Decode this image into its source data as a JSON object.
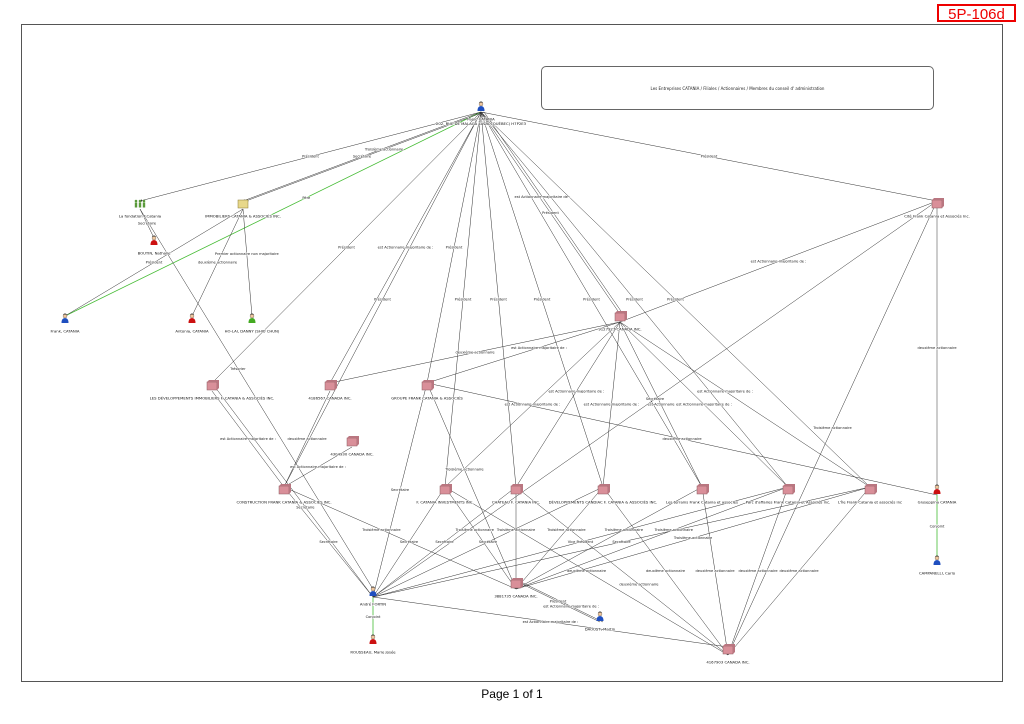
{
  "stamp": "5P-106d",
  "footer": "Page 1 of 1",
  "title": "Les Entreprises CATANIA / Filiales / Actionnaires / Membres du conseil d' administration",
  "colors": {
    "edge": "#333333",
    "spouse_edge": "#44bb33",
    "company": "#d98f99",
    "person_blue": "#1f4fbf",
    "person_red": "#cc1111",
    "person_green": "#44aa22",
    "folder": "#e8d88a"
  },
  "nodes": [
    {
      "id": "paolo",
      "type": "person_blue",
      "label": "Paolo CATANIA",
      "sublabel": "202, RUE DE MALAGA LAVAL (QUÉBEC) H7P2E3"
    },
    {
      "id": "fondation",
      "type": "group",
      "label": "La fondation F.Catania"
    },
    {
      "id": "immobiliers",
      "type": "folder",
      "label": "IMMOBILIERS CATANIA & ASSOCIÉS INC."
    },
    {
      "id": "cite",
      "type": "company",
      "label": "Cité Frank Catania et Associés Inc."
    },
    {
      "id": "boutin",
      "type": "person_red",
      "label": "BOUTIN, Nathalie"
    },
    {
      "id": "frank",
      "type": "person_blue",
      "label": "Frank, CATANIA"
    },
    {
      "id": "antonia",
      "type": "person_red",
      "label": "Antonia, CATANIA"
    },
    {
      "id": "holai",
      "type": "person_green",
      "label": "HO-LAI, DANNY (SHIU CHUN)"
    },
    {
      "id": "c9127",
      "type": "company",
      "label": "9127927 CANADA INC."
    },
    {
      "id": "devimm",
      "type": "company",
      "label": "LES DÉVELOPPEMENTS IMMOBILIERS F. CATANIA & ASSOCIÉS INC."
    },
    {
      "id": "c4186",
      "type": "company",
      "label": "4186567 CANADA INC."
    },
    {
      "id": "groupe",
      "type": "company",
      "label": "GROUPE FRANK CATANIA & ASSOCIÉS"
    },
    {
      "id": "c4304",
      "type": "company",
      "label": "4304930 CANADA INC."
    },
    {
      "id": "construction",
      "type": "company",
      "label": "CONSTRUCTION FRANK CATANIA & ASSOCIÉS INC."
    },
    {
      "id": "fcinv",
      "type": "company",
      "label": "F. CATANIA INVESTMENTS INC."
    },
    {
      "id": "chateau",
      "type": "company",
      "label": "CHÂTEAU F. CATANIA INC."
    },
    {
      "id": "devcandiac",
      "type": "company",
      "label": "DÉVELOPPEMENTS CANDIAC F. CATANIA & ASSOCIÉS INC."
    },
    {
      "id": "terrains",
      "type": "company",
      "label": "Les terrains Frank Catania et associés"
    },
    {
      "id": "parc",
      "type": "company",
      "label": "Parc d'affaires Frank Catania et Associés inc."
    },
    {
      "id": "ile",
      "type": "company",
      "label": "L'Île Frank Catania et associés inc"
    },
    {
      "id": "giuseppina",
      "type": "person_red",
      "label": "Giuseppina CATANIA"
    },
    {
      "id": "carlo",
      "type": "person_blue",
      "label": "CAMPANELLI, Carlo"
    },
    {
      "id": "andre",
      "type": "person_blue",
      "label": "André FORTIN"
    },
    {
      "id": "c3881",
      "type": "company",
      "label": "3881735 CANADA INC."
    },
    {
      "id": "daoust",
      "type": "person_blue",
      "label": "DAOUST, Martin"
    },
    {
      "id": "rousseau",
      "type": "person_red",
      "label": "ROUSSEAU, Marie Josée"
    },
    {
      "id": "c4167",
      "type": "company",
      "label": "4167903 CANADA INC."
    }
  ],
  "edges": [
    {
      "from": "paolo",
      "to": "frank",
      "label": "Père",
      "kind": "family"
    },
    {
      "from": "paolo",
      "to": "fondation",
      "label": "Président"
    },
    {
      "from": "paolo",
      "to": "immobiliers",
      "label": "Secrétaire"
    },
    {
      "from": "paolo",
      "to": "immobiliers",
      "label": "Troisième actionnaire"
    },
    {
      "from": "paolo",
      "to": "devimm",
      "label": "Président"
    },
    {
      "from": "paolo",
      "to": "construction",
      "label": "Président"
    },
    {
      "from": "paolo",
      "to": "c4186",
      "label": "est Actionnaire majoritaire de :"
    },
    {
      "from": "paolo",
      "to": "groupe",
      "label": "Président"
    },
    {
      "from": "paolo",
      "to": "fcinv",
      "label": "Président"
    },
    {
      "from": "paolo",
      "to": "chateau",
      "label": "Président"
    },
    {
      "from": "paolo",
      "to": "devcandiac",
      "label": "Président"
    },
    {
      "from": "paolo",
      "to": "c9127",
      "label": "Président"
    },
    {
      "from": "paolo",
      "to": "c9127",
      "label": "est Actionnaire majoritaire de :"
    },
    {
      "from": "paolo",
      "to": "terrains",
      "label": "Président"
    },
    {
      "from": "paolo",
      "to": "parc",
      "label": "Président"
    },
    {
      "from": "paolo",
      "to": "ile",
      "label": "Président"
    },
    {
      "from": "paolo",
      "to": "cite",
      "label": "Président"
    },
    {
      "from": "fondation",
      "to": "boutin",
      "label": "Secrétaire"
    },
    {
      "from": "fondation",
      "to": "andre",
      "label": "Trésorier"
    },
    {
      "from": "immobiliers",
      "to": "frank",
      "label": "Président"
    },
    {
      "from": "immobiliers",
      "to": "antonia",
      "label": "deuxième actionnaire"
    },
    {
      "from": "immobiliers",
      "to": "holai",
      "label": "Premier actionnaire non majoritaire"
    },
    {
      "from": "c9127",
      "to": "cite",
      "label": "est Actionnaire majoritaire de :"
    },
    {
      "from": "c9127",
      "to": "c4186",
      "label": "deuxième actionnaire"
    },
    {
      "from": "c9127",
      "to": "groupe",
      "label": "est Actionnaire majoritaire de :"
    },
    {
      "from": "c9127",
      "to": "fcinv",
      "label": "est Actionnaire majoritaire de :"
    },
    {
      "from": "c9127",
      "to": "chateau",
      "label": "est Actionnaire majoritaire de :"
    },
    {
      "from": "c9127",
      "to": "devcandiac",
      "label": "est Actionnaire majoritaire de :"
    },
    {
      "from": "c9127",
      "to": "terrains",
      "label": "est Actionnaire"
    },
    {
      "from": "c9127",
      "to": "parc",
      "label": "est Actionnaire majoritaire de :"
    },
    {
      "from": "c9127",
      "to": "ile",
      "label": "est Actionnaire majoritaire de :"
    },
    {
      "from": "devimm",
      "to": "construction",
      "label": "est Actionnaire majoritaire de :"
    },
    {
      "from": "c4186",
      "to": "construction",
      "label": "deuxième actionnaire"
    },
    {
      "from": "c4304",
      "to": "construction",
      "label": "est Actionnaire majoritaire de :"
    },
    {
      "from": "giuseppina",
      "to": "groupe",
      "label": "deuxième actionnaire"
    },
    {
      "from": "giuseppina",
      "to": "cite",
      "label": "deuxième actionnaire"
    },
    {
      "from": "giuseppina",
      "to": "carlo",
      "label": "Conjoint",
      "kind": "family"
    },
    {
      "from": "andre",
      "to": "rousseau",
      "label": "Conjoint",
      "kind": "family"
    },
    {
      "from": "andre",
      "to": "cite",
      "label": "Secrétaire"
    },
    {
      "from": "andre",
      "to": "devimm",
      "label": "Secrétaire"
    },
    {
      "from": "andre",
      "to": "construction",
      "label": "Secrétaire"
    },
    {
      "from": "andre",
      "to": "groupe",
      "label": "Secrétaire"
    },
    {
      "from": "andre",
      "to": "fcinv",
      "label": "Secrétaire"
    },
    {
      "from": "andre",
      "to": "chateau",
      "label": "Secrétaire"
    },
    {
      "from": "andre",
      "to": "devcandiac",
      "label": "Secrétaire"
    },
    {
      "from": "andre",
      "to": "parc",
      "label": "Vice Président"
    },
    {
      "from": "andre",
      "to": "ile",
      "label": "Secrétaire"
    },
    {
      "from": "andre",
      "to": "c4167",
      "label": "est Actionnaire majoritaire de :"
    },
    {
      "from": "c3881",
      "to": "construction",
      "label": "Troisième actionnaire"
    },
    {
      "from": "c3881",
      "to": "groupe",
      "label": "Troisième actionnaire"
    },
    {
      "from": "c3881",
      "to": "fcinv",
      "label": "Troisième actionnaire"
    },
    {
      "from": "c3881",
      "to": "chateau",
      "label": "Troisième actionnaire"
    },
    {
      "from": "c3881",
      "to": "devcandiac",
      "label": "Troisième actionnaire"
    },
    {
      "from": "c3881",
      "to": "terrains",
      "label": "Troisième actionnaire"
    },
    {
      "from": "c3881",
      "to": "parc",
      "label": "Troisième actionnaire"
    },
    {
      "from": "c3881",
      "to": "ile",
      "label": "Troisième actionnaire"
    },
    {
      "from": "daoust",
      "to": "c3881",
      "label": "Président"
    },
    {
      "from": "daoust",
      "to": "c3881",
      "label": "est Actionnaire majoritaire de :"
    },
    {
      "from": "c4167",
      "to": "fcinv",
      "label": "deuxième actionnaire"
    },
    {
      "from": "c4167",
      "to": "chateau",
      "label": "deuxième actionnaire"
    },
    {
      "from": "c4167",
      "to": "devcandiac",
      "label": "deuxième actionnaire"
    },
    {
      "from": "c4167",
      "to": "terrains",
      "label": "deuxième actionnaire"
    },
    {
      "from": "c4167",
      "to": "parc",
      "label": "deuxième actionnaire"
    },
    {
      "from": "c4167",
      "to": "ile",
      "label": "deuxième actionnaire"
    },
    {
      "from": "c4167",
      "to": "cite",
      "label": "Troisième actionnaire"
    }
  ]
}
